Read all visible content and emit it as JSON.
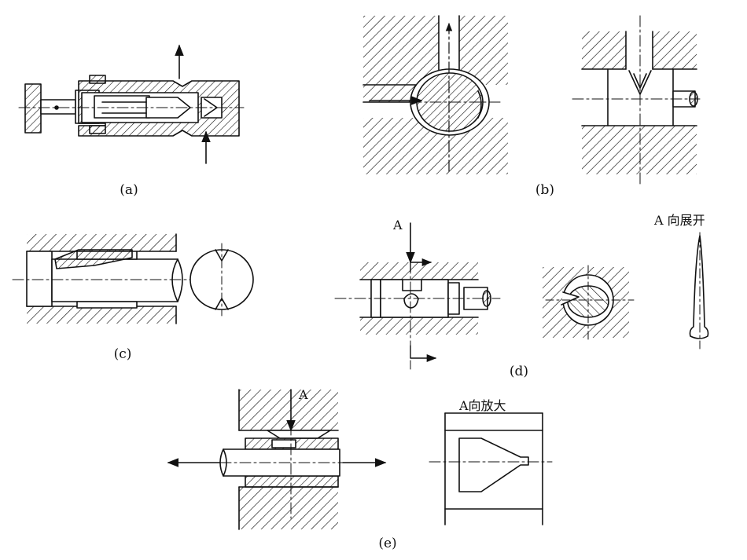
{
  "labels": {
    "a": "(a)",
    "b": "(b)",
    "c": "(c)",
    "d": "(d)",
    "e": "(e)",
    "arrow_a_d": "A",
    "arrow_a_e": "A",
    "view_d": "A 向展开",
    "view_e": "A向放大"
  },
  "colors": {
    "ink": "#111111",
    "paper": "#ffffff"
  }
}
